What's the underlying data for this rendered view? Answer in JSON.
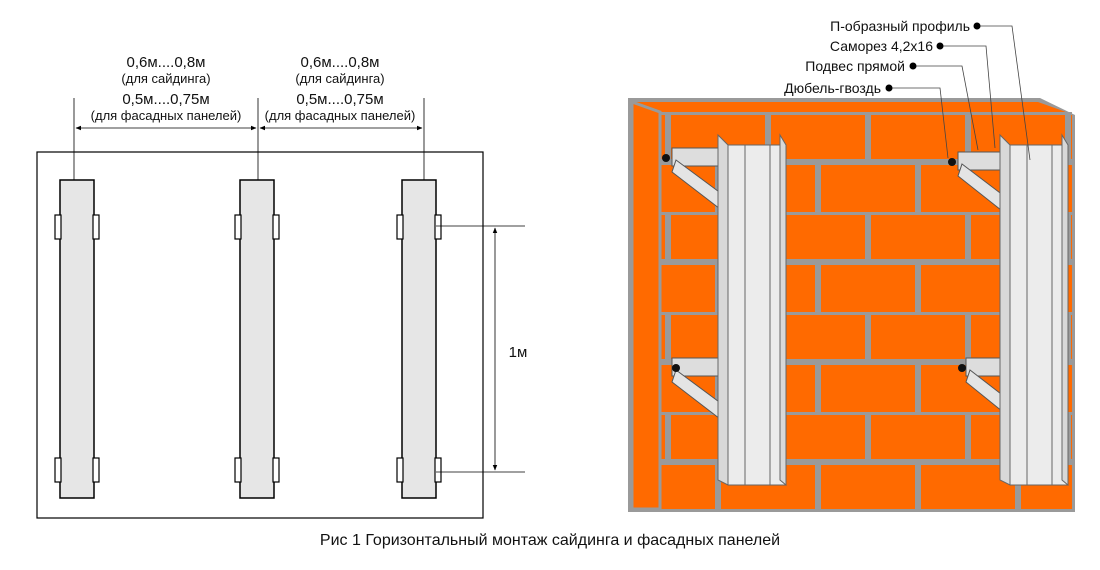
{
  "left_diagram": {
    "spacing_siding": "0,6м....0,8м",
    "siding_label": "(для сайдинга)",
    "spacing_panels": "0,5м....0,75м",
    "panels_label": "(для фасадных панелей)",
    "vertical_spacing": "1м"
  },
  "right_diagram": {
    "labels": [
      "П-образный профиль",
      "Саморез 4,2х16",
      "Подвес прямой",
      "Дюбель-гвоздь"
    ],
    "colors": {
      "brick": "#ff6a00",
      "mortar": "#9a9a9a",
      "profile": "#e8e8e8"
    }
  },
  "caption": "Рис 1 Горизонтальный монтаж сайдинга и фасадных панелей"
}
